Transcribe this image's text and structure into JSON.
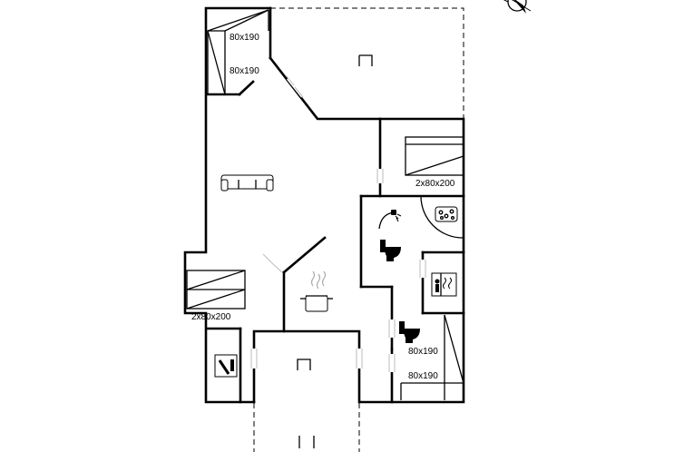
{
  "labels": {
    "bed_top_1": "80x190",
    "bed_top_2": "80x190",
    "bed_right": "2x80x200",
    "bed_left": "2x80x200",
    "bed_bottom_1": "80x190",
    "bed_bottom_2": "80x190"
  },
  "icons": {
    "sofa": "sofa-icon",
    "shower": "shower-icon",
    "whirlpool": "whirlpool-icon",
    "toilet": "toilet-icon",
    "sauna": "sauna-icon",
    "cooking_pot": "cooking-pot-icon",
    "washing": "washing-machine-icon",
    "compass": "compass-icon"
  }
}
